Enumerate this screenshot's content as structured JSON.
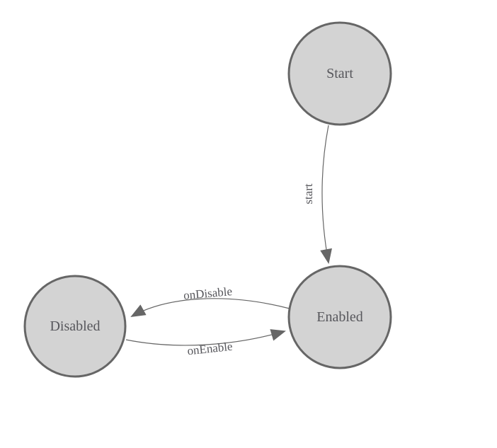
{
  "diagram": {
    "type": "state-diagram",
    "background_color": "#ffffff",
    "node_fill_color": "#d3d3d3",
    "node_stroke_color": "#666666",
    "text_color": "#57575c",
    "nodes": [
      {
        "id": "start",
        "label": "Start"
      },
      {
        "id": "enabled",
        "label": "Enabled"
      },
      {
        "id": "disabled",
        "label": "Disabled"
      }
    ],
    "edges": [
      {
        "from": "Start",
        "to": "Enabled",
        "label": "start"
      },
      {
        "from": "Enabled",
        "to": "Disabled",
        "label": "onDisable"
      },
      {
        "from": "Disabled",
        "to": "Enabled",
        "label": "onEnable"
      }
    ]
  }
}
